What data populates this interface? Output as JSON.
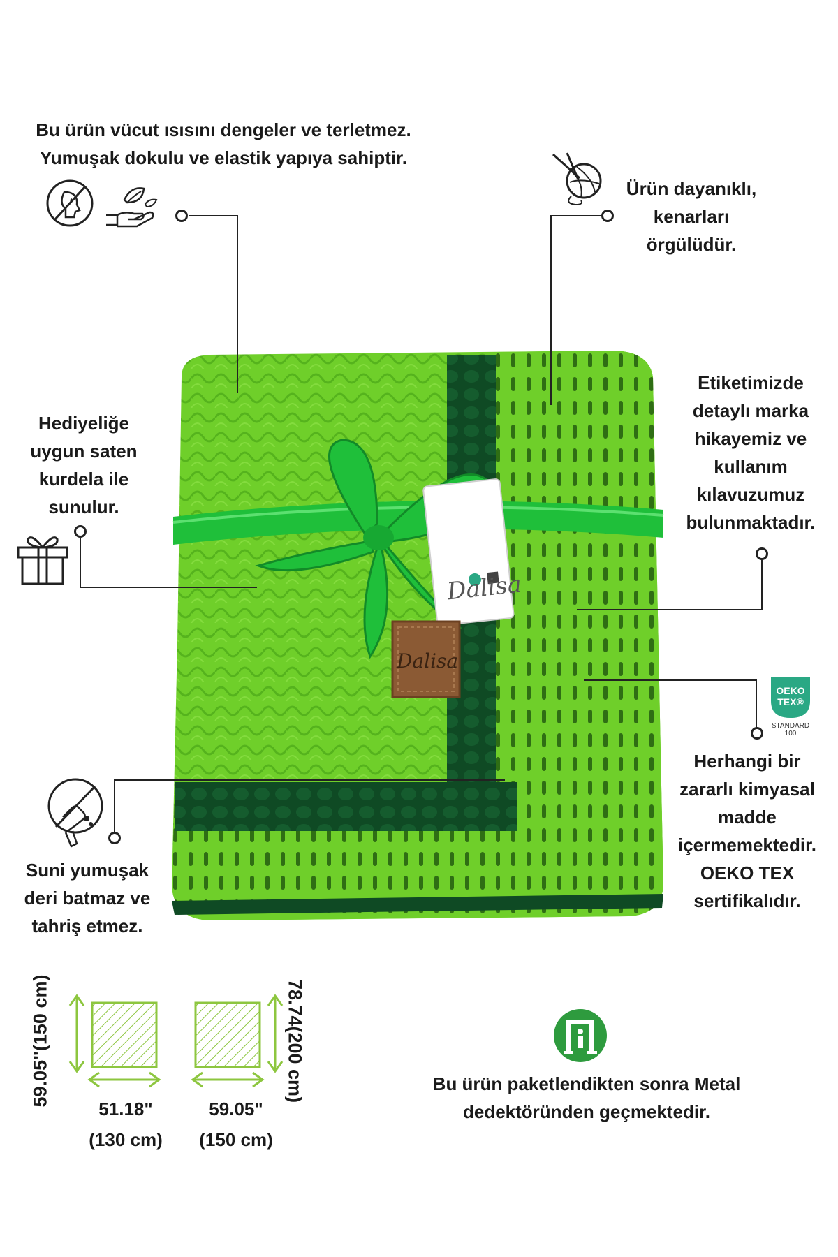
{
  "features": {
    "breathable": [
      "Bu ürün vücut ısısını dengeler ve terletmez.",
      "Yumuşak dokulu ve elastik yapıya sahiptir."
    ],
    "durable": [
      "Ürün dayanıklı,",
      "kenarları",
      "örgülüdür."
    ],
    "gift": [
      "Hediyeliğe",
      "uygun saten",
      "kurdela ile",
      "sunulur."
    ],
    "label": [
      "Etiketimizde",
      "detaylı marka",
      "hikayemiz ve",
      "kullanım",
      "kılavuzumuz",
      "bulunmaktadır."
    ],
    "chemical": [
      "Herhangi bir",
      "zararlı  kimyasal",
      "madde",
      "içermemektedir.",
      "OEKO TEX",
      "sertifikalıdır."
    ],
    "leather": [
      "Suni yumuşak",
      "deri batmaz ve",
      "tahriş etmez."
    ],
    "metal": [
      "Bu ürün paketlendikten sonra Metal",
      "dedektöründen geçmektedir."
    ]
  },
  "brand": {
    "tag_logo": "Dalisa",
    "patch_logo": "Dalisa"
  },
  "oeko": {
    "badge_line1": "OEKO",
    "badge_line2": "TEX®",
    "standard_line1": "STANDARD",
    "standard_line2": "100"
  },
  "sizes": [
    {
      "height": "59.05\"(150 cm)",
      "width_line1": "51.18\"",
      "width_line2": "(130 cm)"
    },
    {
      "height": "78.74(200 cm)",
      "width_line1": "59.05\"",
      "width_line2": "(150 cm)"
    }
  ],
  "colors": {
    "blanket": "#6fcf2a",
    "blanket_dark": "#54b01c",
    "border": "#0f4a24",
    "ribbon": "#1fbf3a",
    "leather": "#8b5a34",
    "oeko": "#2aa884",
    "size_icon": "#8dc63f",
    "metal_icon": "#2e9b3e"
  }
}
